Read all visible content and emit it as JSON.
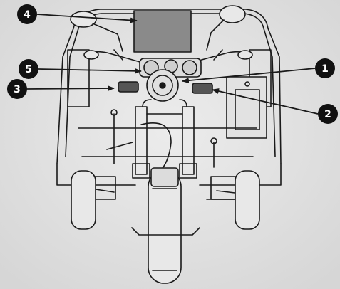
{
  "colors": {
    "background": "#e4e4e4",
    "line": "#1a1a1a",
    "windshield": "#8a8a8a",
    "callout_fill": "#111111",
    "callout_text": "#ffffff"
  },
  "callouts": [
    {
      "label": "1",
      "side": "right",
      "target": "headlight-right-edge"
    },
    {
      "label": "2",
      "side": "right",
      "target": "right-turn-signal"
    },
    {
      "label": "3",
      "side": "left",
      "target": "left-turn-signal"
    },
    {
      "label": "4",
      "side": "left",
      "target": "windshield"
    },
    {
      "label": "5",
      "side": "left",
      "target": "instrument-cluster"
    }
  ]
}
